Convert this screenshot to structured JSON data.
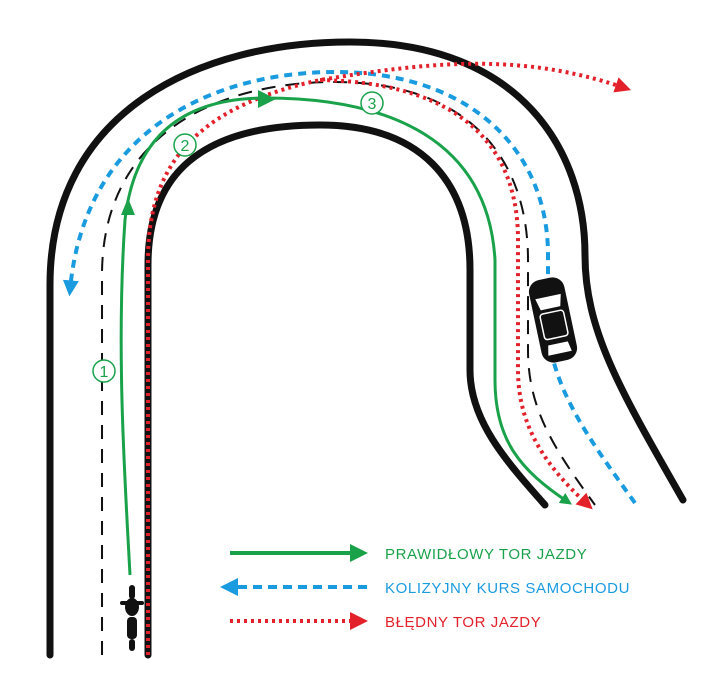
{
  "markers": [
    "1",
    "2",
    "3"
  ],
  "legend": {
    "correct": "PRAWIDŁOWY TOR JAZDY",
    "collision": "KOLIZYJNY KURS SAMOCHODU",
    "wrong": "BŁĘDNY TOR JAZDY"
  },
  "colors": {
    "correct": "#1aa24b",
    "collision": "#1a9be0",
    "wrong": "#e3212b",
    "road_edge": "#111111",
    "center_line": "#111111"
  },
  "icons": {
    "car": "car-top-view-icon",
    "motorcycle": "motorcycle-top-view-icon"
  }
}
